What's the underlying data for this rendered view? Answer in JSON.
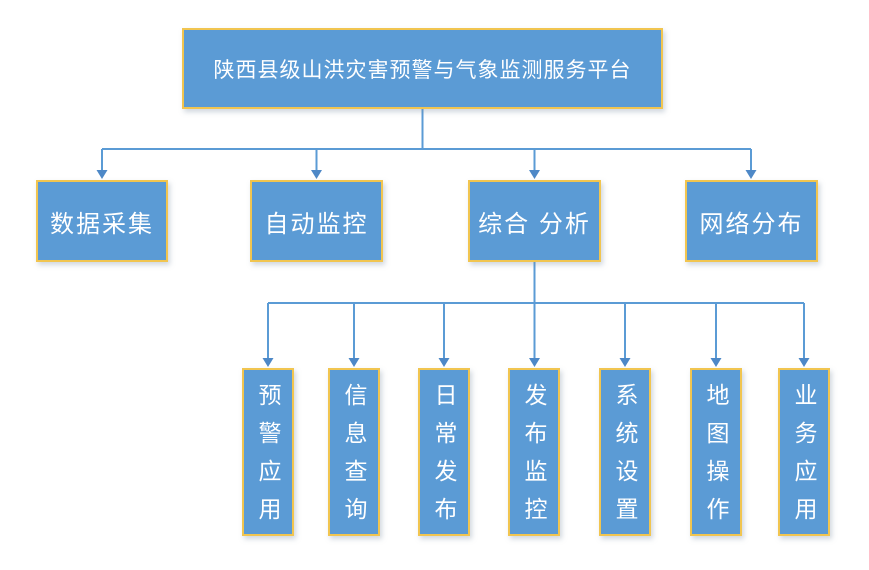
{
  "diagram": {
    "type": "org-chart",
    "root": {
      "label": "陕西县级山洪灾害预警与气象监测服务平台"
    },
    "level2": [
      {
        "label": "数据采集"
      },
      {
        "label": "自动监控"
      },
      {
        "label": "综合 分析"
      },
      {
        "label": "网络分布"
      }
    ],
    "level3_parent_label": "综合 分析",
    "level3": [
      {
        "label": "预警应用"
      },
      {
        "label": "信息查询"
      },
      {
        "label": "日常发布"
      },
      {
        "label": "发布监控"
      },
      {
        "label": "系统设置"
      },
      {
        "label": "地图操作"
      },
      {
        "label": "业务应用"
      }
    ],
    "colors": {
      "node_fill": "#5b9bd5",
      "node_border": "#f1c550",
      "node_text": "#ffffff",
      "connector_line": "#5b9bd5",
      "arrowhead": "#4d88c7",
      "background": "#ffffff"
    }
  }
}
